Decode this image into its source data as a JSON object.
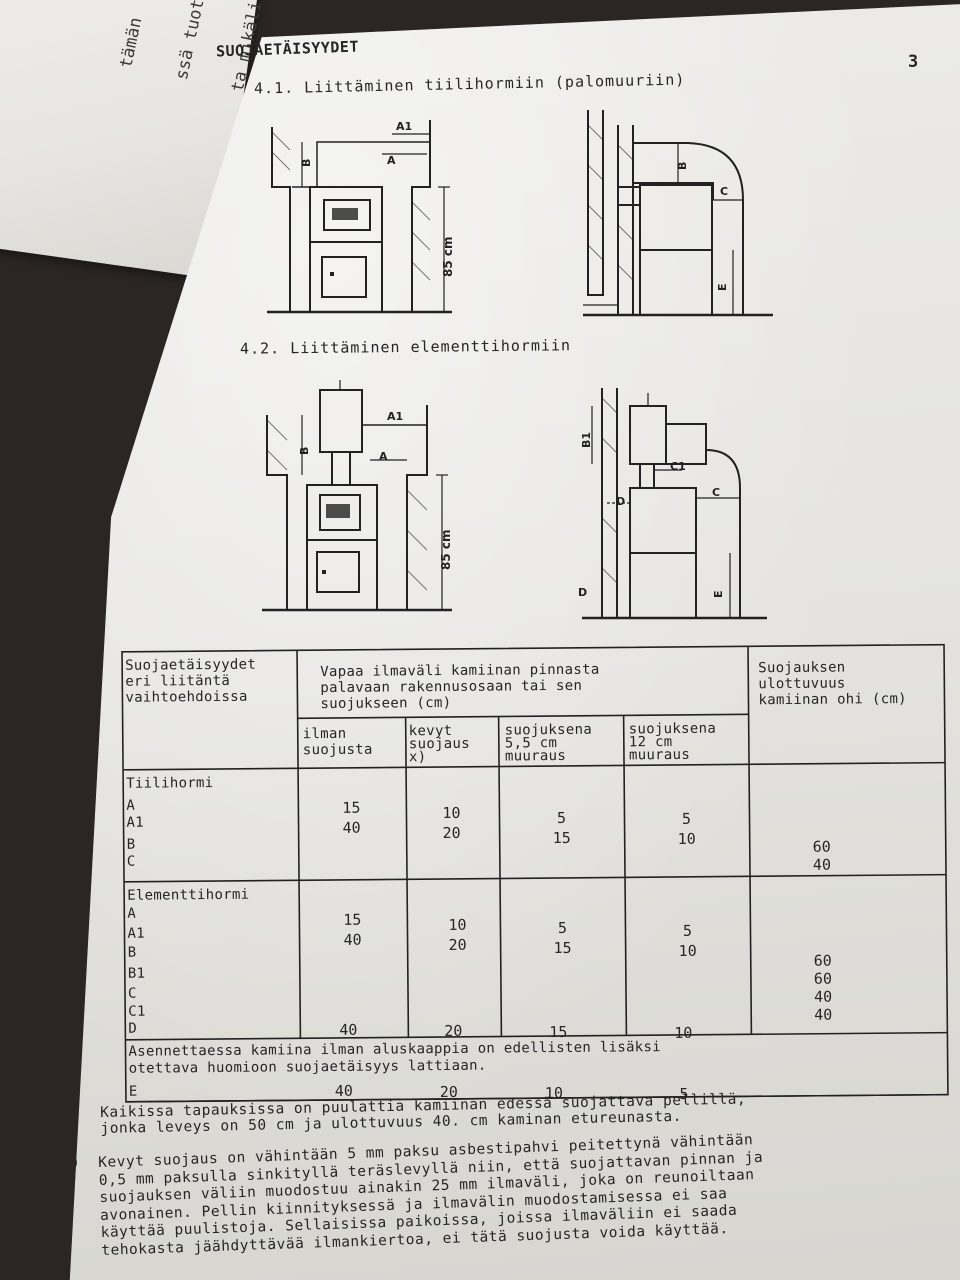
{
  "back_page": {
    "lines": [
      "tämän",
      "ssä tuote",
      "ta mikäli"
    ]
  },
  "header": {
    "title": "SUOJAETÄISYYDET",
    "page_number": "3"
  },
  "section_1": {
    "title": "4.1. Liittäminen tiilihormiin (palomuuriin)",
    "fig_left": {
      "label_a1": "A1",
      "label_a": "A",
      "label_b": "B",
      "label_height": "85 cm"
    },
    "fig_right": {
      "label_b": "B",
      "label_c": "C",
      "label_e": "E"
    }
  },
  "section_2": {
    "title": "4.2. Liittäminen elementtihormiin",
    "fig_left": {
      "label_a1": "A1",
      "label_a": "A",
      "label_b": "B",
      "label_height": "85 cm"
    },
    "fig_right": {
      "label_b1": "B1",
      "label_c1": "C1",
      "label_c": "C",
      "label_d": "D",
      "label_d2": "D",
      "label_e": "E"
    }
  },
  "table": {
    "header_col1": "Suojaetäisyydet\neri liitäntä\nvaihtoehdoissa",
    "header_group": "Vapaa ilmaväli kamiinan pinnasta\npalavaan rakennusosaan tai sen\nsuojukseen (cm)",
    "header_last": "Suojauksen\nulottuvuus\nkamiinan ohi (cm)",
    "sub_headers": [
      "ilman\nsuojusta",
      "kevyt\nsuojaus\nx)",
      "suojuksena\n5,5 cm\nmuuraus",
      "suojuksena\n12 cm\nmuuraus"
    ],
    "group_1": {
      "name": "Tiilihormi",
      "rows": [
        "A",
        "A1",
        "B",
        "C"
      ],
      "col1": "15\n40",
      "col2": "10\n20",
      "col3": "5\n15",
      "col4": "5\n10",
      "col5": "60\n40"
    },
    "group_2": {
      "name": "Elementtihormi",
      "rows": [
        "A",
        "A1",
        "B",
        "B1",
        "C",
        "C1",
        "D"
      ],
      "col1": "15\n40",
      "col2": "10\n20",
      "col3": "5\n15",
      "col4": "5\n10",
      "col5": "60\n60\n40\n40",
      "d_values": [
        "40",
        "20",
        "15",
        "10"
      ]
    },
    "note_row": "Asennettaessa kamiina ilman aluskaappia on edellisten lisäksi\notettava huomioon suojaetäisyys lattiaan.",
    "row_e": {
      "label": "E",
      "values": [
        "40",
        "20",
        "10",
        "5"
      ]
    }
  },
  "footer_text": "Kaikissa tapauksissa on puulattia kamiinan edessä suojattava pellillä,\njonka leveys on 50 cm ja ulottuvuus 40. cm kaminan etureunasta.",
  "note_marker": "x)",
  "note_text": "Kevyt suojaus on vähintään 5 mm paksu asbestipahvi peitettynä vähintään\n0,5 mm paksulla sinkityllä teräslevyllä niin, että suojattavan pinnan ja\nsuojauksen väliin muodostuu ainakin 25 mm ilmaväli, joka on reunoiltaan\navonainen. Pellin kiinnityksessä ja ilmavälin muodostamisessa ei saa\nkäyttää puulistoja. Sellaisissa paikoissa, joissa ilmaväliin ei saada\ntehokasta jäähdyttävää ilmankiertoa, ei tätä suojusta voida käyttää."
}
